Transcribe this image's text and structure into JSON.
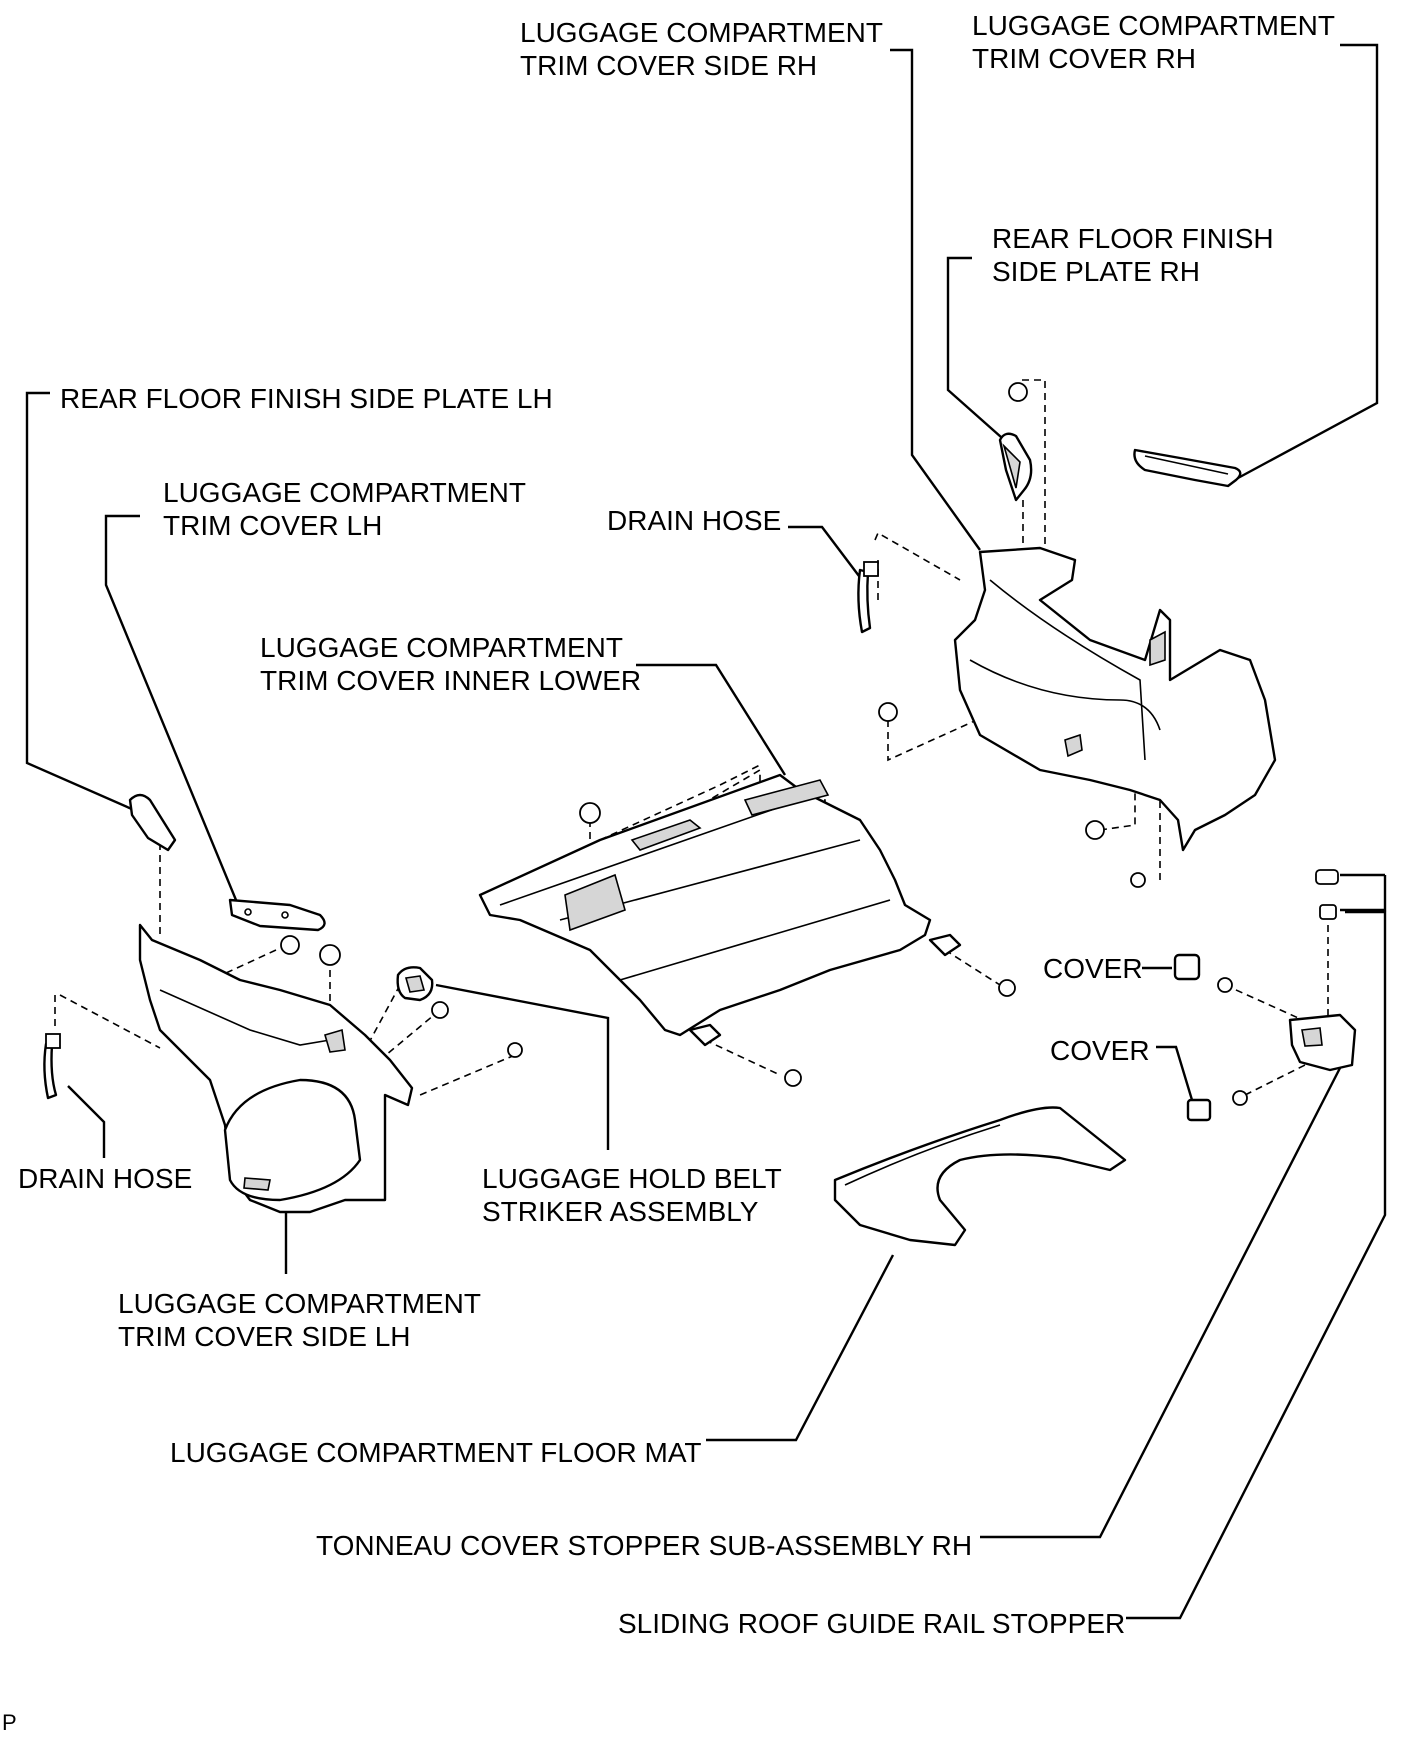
{
  "diagram": {
    "labels": {
      "trim_cover_side_rh": [
        "LUGGAGE COMPARTMENT",
        "TRIM COVER SIDE RH"
      ],
      "trim_cover_rh": [
        "LUGGAGE COMPARTMENT",
        "TRIM COVER RH"
      ],
      "rear_floor_plate_rh": [
        "REAR FLOOR FINISH",
        "SIDE PLATE RH"
      ],
      "rear_floor_plate_lh": [
        "REAR FLOOR FINISH SIDE PLATE LH"
      ],
      "trim_cover_lh": [
        "LUGGAGE COMPARTMENT",
        "TRIM COVER LH"
      ],
      "drain_hose_rh": [
        "DRAIN HOSE"
      ],
      "trim_cover_inner_lower": [
        "LUGGAGE COMPARTMENT",
        "TRIM COVER INNER LOWER"
      ],
      "cover_upper": [
        "COVER"
      ],
      "cover_lower": [
        "COVER"
      ],
      "drain_hose_lh": [
        "DRAIN HOSE"
      ],
      "hold_belt_striker": [
        "LUGGAGE HOLD BELT",
        "STRIKER ASSEMBLY"
      ],
      "trim_cover_side_lh": [
        "LUGGAGE COMPARTMENT",
        "TRIM COVER SIDE LH"
      ],
      "floor_mat": [
        "LUGGAGE COMPARTMENT FLOOR MAT"
      ],
      "tonneau_stopper": [
        "TONNEAU COVER STOPPER SUB-ASSEMBLY RH"
      ],
      "guide_rail_stopper": [
        "SLIDING ROOF GUIDE RAIL STOPPER"
      ]
    },
    "figure_code": "P"
  }
}
